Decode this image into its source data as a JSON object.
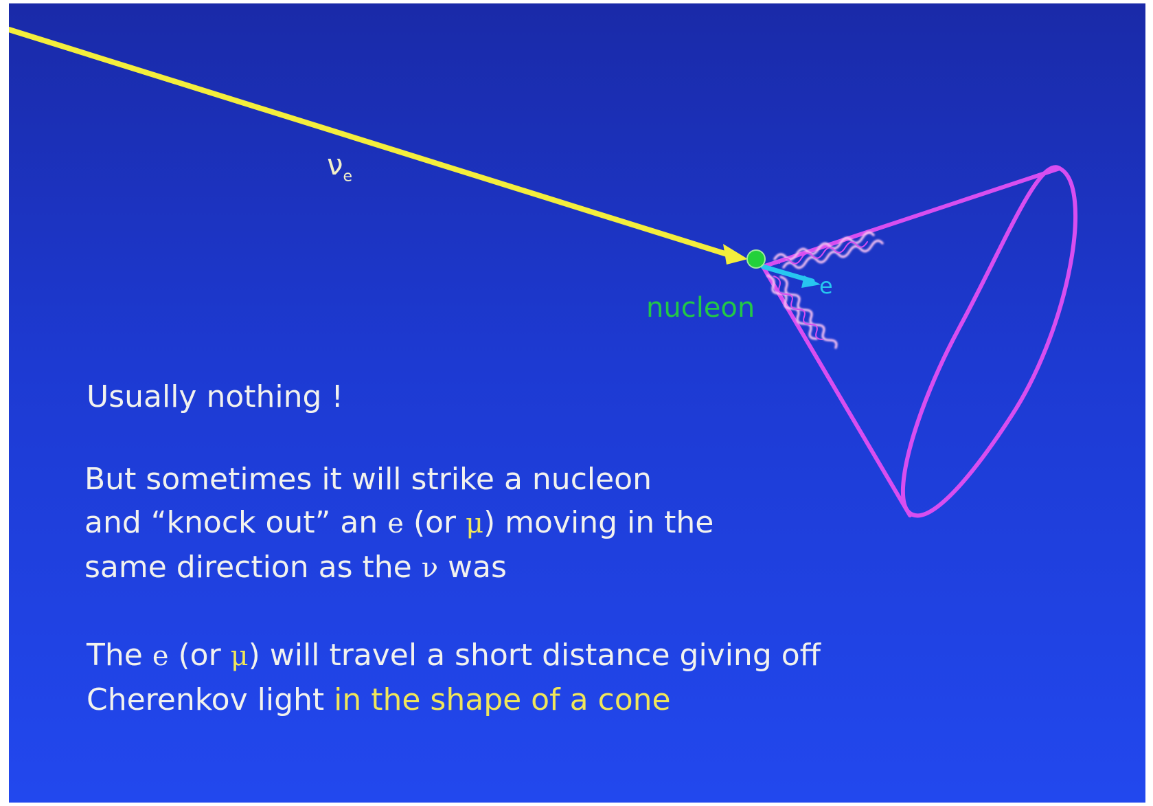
{
  "diagram": {
    "neutrino_symbol": "ν",
    "neutrino_subscript": "e",
    "nucleon_label": "nucleon",
    "electron_label": "e",
    "colors": {
      "background_top": "#1a2aa8",
      "background_bottom": "#2248ee",
      "neutrino_track": "#f4ee3c",
      "nucleon": "#22d13a",
      "electron": "#27c6f0",
      "cherenkov_cone": "#d84ef0",
      "photons": "#f4bff2",
      "text": "#f2f2ee",
      "highlight_text": "#f0e65a"
    }
  },
  "text": {
    "line1": "Usually nothing !",
    "para2": {
      "l1": "But sometimes it will strike a nucleon",
      "l2_a": "and “knock out” an ",
      "l2_e": "e",
      "l2_b": " (or ",
      "l2_mu": "μ",
      "l2_c": ") moving in the",
      "l3_a": "same direction as the ",
      "l3_nu": "ν",
      "l3_b": " was"
    },
    "para3": {
      "l1_a": "The ",
      "l1_e": "e",
      "l1_b": " (or ",
      "l1_mu": "μ",
      "l1_c": ") will travel a short distance giving off",
      "l2_a": "Cherenkov light ",
      "l2_b": "in the shape of a cone"
    }
  }
}
